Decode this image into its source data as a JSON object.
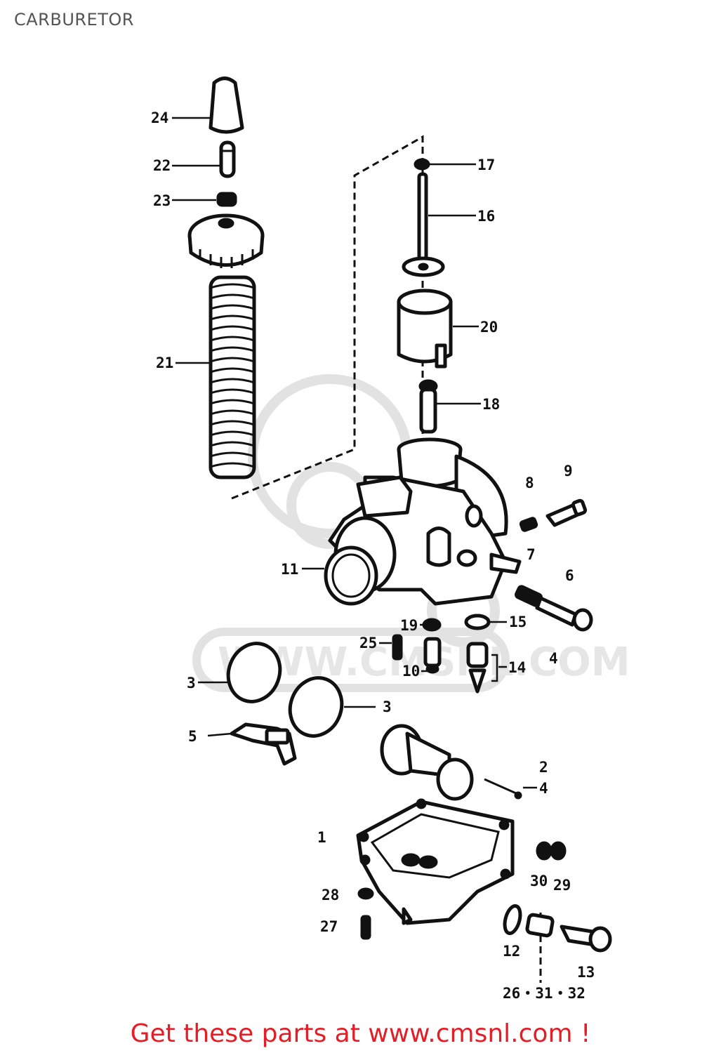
{
  "title": "CARBURETOR",
  "watermark_text": "WWW.CMSNL.COM",
  "footer": {
    "prefix": "Get these parts at ",
    "link": "www.cmsnl.com",
    "suffix": " !"
  },
  "colors": {
    "footer_red": "#e41e26",
    "title_gray": "#555555",
    "ink": "#111111"
  },
  "callouts": {
    "c24": "24",
    "c22": "22",
    "c23": "23",
    "c21": "21",
    "c17": "17",
    "c16": "16",
    "c20": "20",
    "c18": "18",
    "c9": "9",
    "c8": "8",
    "c7": "7",
    "c6": "6",
    "c11": "11",
    "c15": "15",
    "c19": "19",
    "c25": "25",
    "c10": "10",
    "c14": "14",
    "c4a": "4",
    "c3a": "3",
    "c3b": "3",
    "c5": "5",
    "c2": "2",
    "c4b": "4",
    "c1": "1",
    "c30": "30",
    "c29": "29",
    "c28": "28",
    "c27": "27",
    "c12": "12",
    "c13": "13",
    "c26": "26・31・32"
  }
}
